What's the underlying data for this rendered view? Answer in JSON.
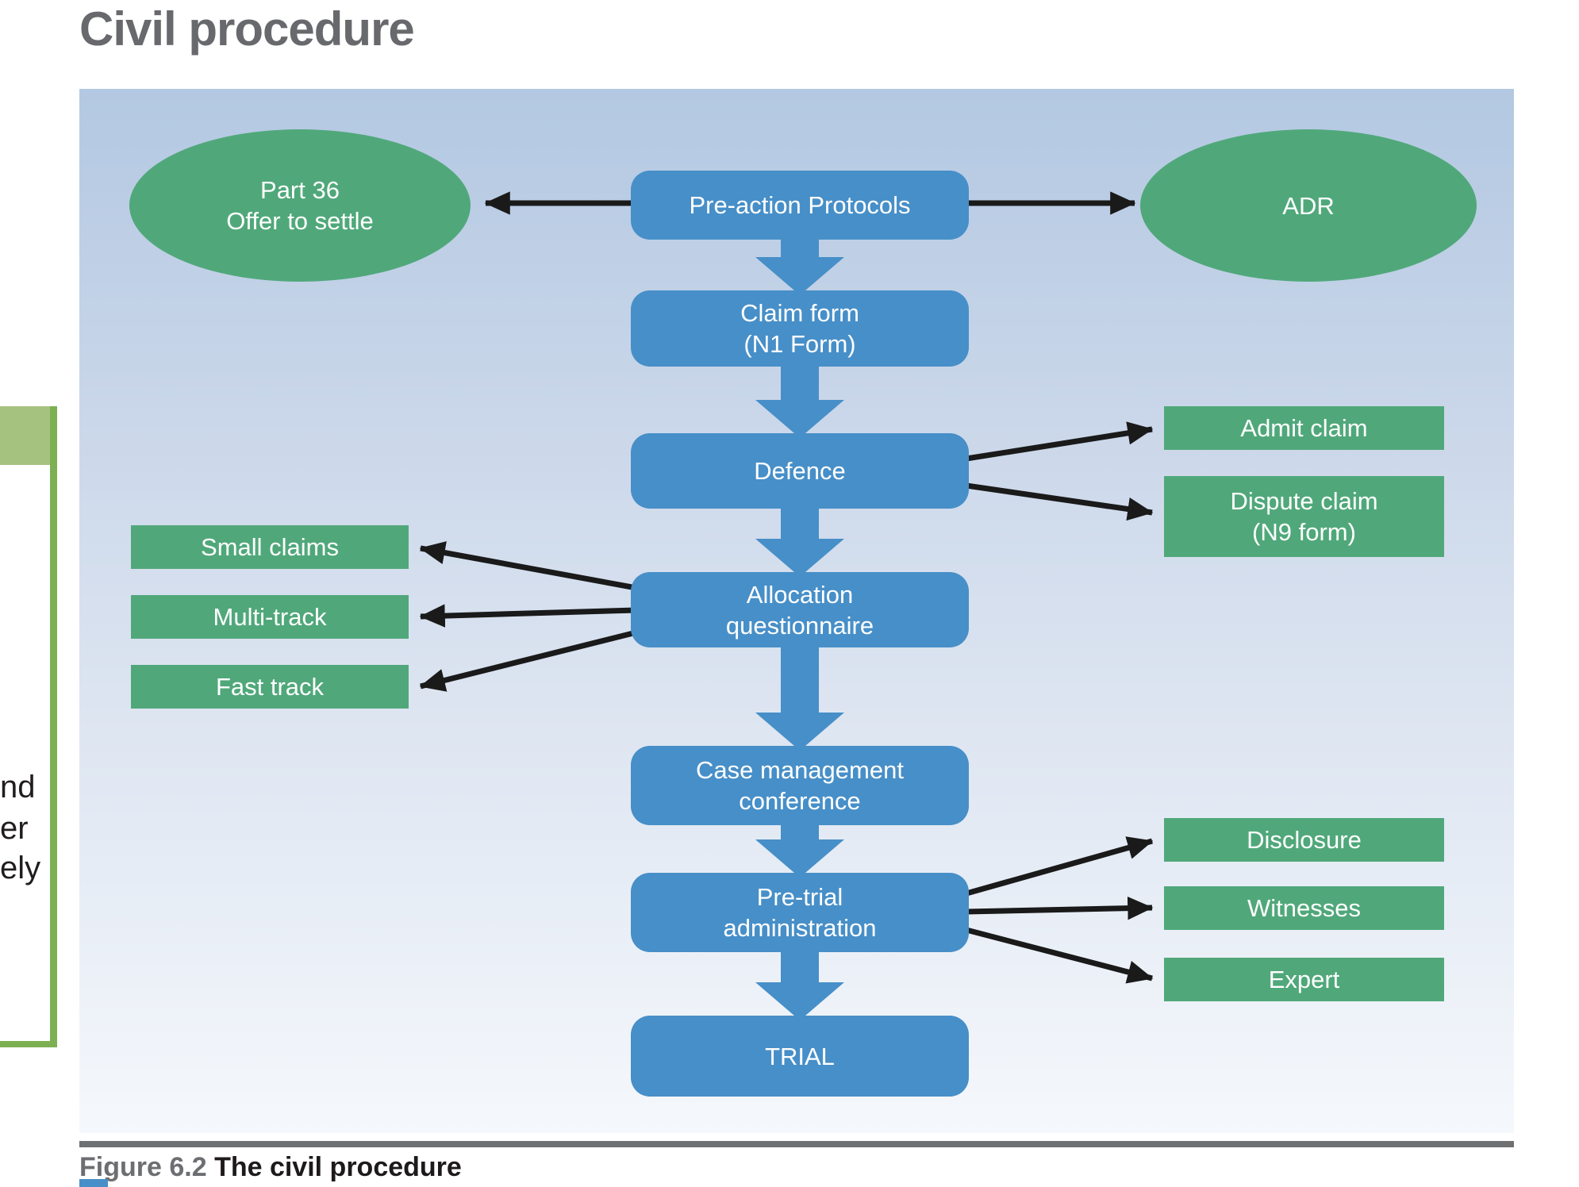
{
  "page": {
    "title": "Civil procedure",
    "margin_fragments": [
      "nd",
      "er",
      "ely"
    ]
  },
  "figure": {
    "label": "Figure 6.2",
    "caption": "The civil procedure"
  },
  "flowchart": {
    "ellipses": [
      {
        "label": "Part 36\nOffer to settle"
      },
      {
        "label": "ADR"
      }
    ],
    "main": [
      {
        "label": "Pre-action Protocols"
      },
      {
        "label": "Claim form\n(N1 Form)"
      },
      {
        "label": "Defence"
      },
      {
        "label": "Allocation\nquestionnaire"
      },
      {
        "label": "Case management\nconference"
      },
      {
        "label": "Pre-trial\nadministration"
      },
      {
        "label": "TRIAL"
      }
    ],
    "left_branches": [
      {
        "label": "Small claims"
      },
      {
        "label": "Multi-track"
      },
      {
        "label": "Fast track"
      }
    ],
    "right_branches_defence": [
      {
        "label": "Admit claim"
      },
      {
        "label": "Dispute claim\n(N9 form)"
      }
    ],
    "right_branches_pretrial": [
      {
        "label": "Disclosure"
      },
      {
        "label": "Witnesses"
      },
      {
        "label": "Expert"
      }
    ],
    "colors": {
      "process_blue": "#478fc8",
      "branch_green": "#50a87a",
      "arrow_black": "#1a1a1a"
    }
  }
}
